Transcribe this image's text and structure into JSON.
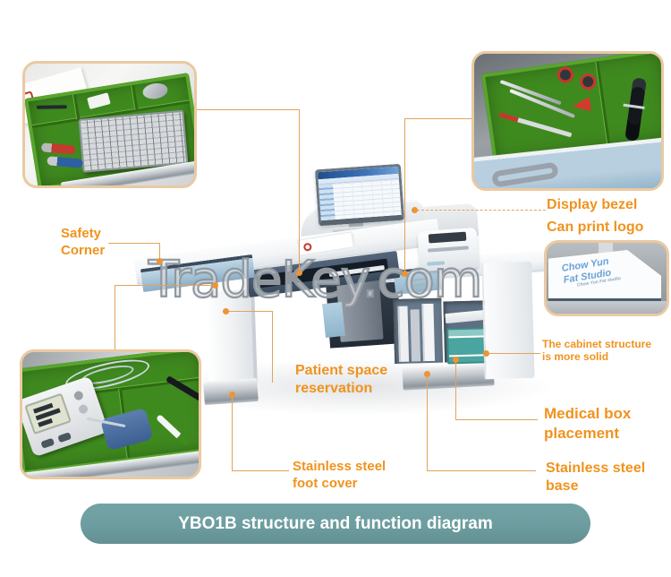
{
  "watermark": {
    "text": "TradeKey.com",
    "color": "#9098a0"
  },
  "banner": {
    "text": "YBO1B structure and function diagram",
    "bg": "#6d9da0",
    "fg": "#ffffff"
  },
  "labels": {
    "safety_corner": {
      "lines": [
        "Safety",
        "Corner"
      ]
    },
    "display_bezel": {
      "lines": [
        "Display bezel",
        "Can print logo"
      ]
    },
    "patient_space": {
      "lines": [
        "Patient space",
        "reservation"
      ]
    },
    "cabinet_structure": {
      "lines": [
        "The cabinet structure",
        "is more solid"
      ]
    },
    "medical_box": {
      "lines": [
        "Medical box",
        "placement"
      ]
    },
    "stainless_base": {
      "lines": [
        "Stainless steel",
        "base"
      ]
    },
    "foot_cover": {
      "lines": [
        "Stainless steel",
        "foot cover"
      ]
    }
  },
  "logo_panel": {
    "line1": "Chow Yun",
    "line2": "Fat Studio",
    "line3": "Chow Yun Fat studio"
  },
  "images": {
    "keyboard_drawer": "keyboard-drawer-with-green-organizer-photo",
    "tools_drawer": "medical-tools-drawer-with-green-organizer-photo",
    "bp_monitor_drawer": "blood-pressure-monitor-drawer-photo",
    "logo_panel": "desk-side-panel-with-printed-logo-photo",
    "desk": "medical-workstation-desk-render"
  },
  "colors": {
    "label_orange": "#f0931e",
    "line_orange": "#e0a45c",
    "inset_border": "#eac9a2",
    "banner_teal": "#6d9da0",
    "tray_green": "#3f8a1f",
    "desk_apron_blue": "#47586c",
    "drawer_front_blue": "#a9c9dd",
    "medical_box_teal": "#4aa49f",
    "watermark_gray": "#9098a0"
  }
}
